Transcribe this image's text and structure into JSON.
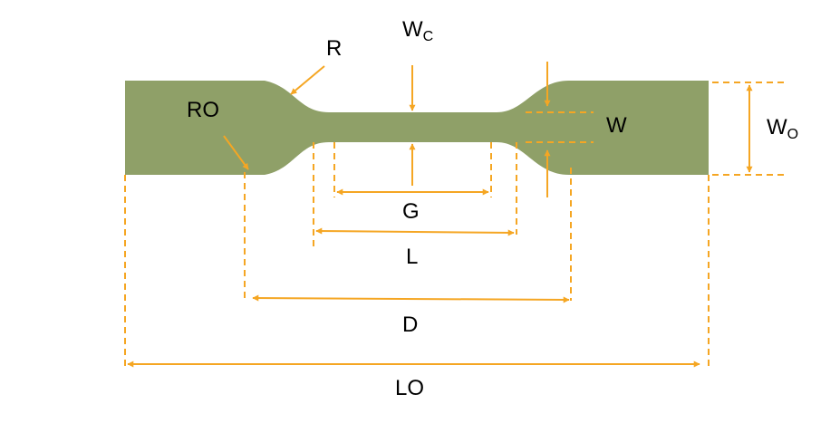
{
  "diagram": {
    "colors": {
      "specimen": "#8fa068",
      "dimension": "#f5a623",
      "text": "#000000",
      "background": "#ffffff"
    },
    "labels": {
      "wc_main": "W",
      "wc_sub": "C",
      "r": "R",
      "ro": "RO",
      "w": "W",
      "wo_main": "W",
      "wo_sub": "O",
      "g": "G",
      "l": "L",
      "d": "D",
      "lo": "LO"
    }
  }
}
